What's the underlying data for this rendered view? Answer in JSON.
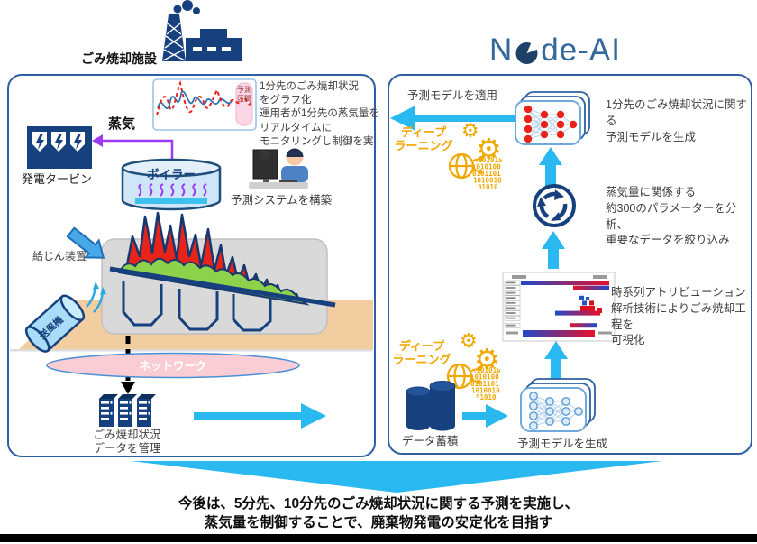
{
  "title": {
    "facility": "ごみ焼却施設",
    "logo_n": "N",
    "logo_rest": "de-AI"
  },
  "left_panel": {
    "graph_caption": "予測\n区間",
    "monitor_note": "1分先のごみ焼却状況\nをグラフ化\n運用者が1分先の蒸気量を\nリアルタイムに\nモニタリングし制御を実施",
    "turbine": "発電タービン",
    "steam": "蒸気",
    "boiler": "ボイラー",
    "operator": "予測システムを構築",
    "feeder": "給じん装置",
    "blower": "送風機",
    "network": "ネットワーク",
    "servers": "ごみ焼却状況\nデータを管理"
  },
  "right_panel": {
    "apply": "予測モデルを適用",
    "deep_learning": "ディープ\nラーニング",
    "model_top": "1分先のごみ焼却状況に関する\n予測モデルを生成",
    "analyze": "蒸気量に関係する\n約300のパラメーターを分析、\n重要なデータを絞り込み",
    "attribution": "時系列アトリビューション\n解析技術によりごみ焼却工程を\n可視化",
    "data_store": "データ蓄積",
    "model_generate": "予測モデルを生成"
  },
  "banner": {
    "line1": "今後は、5分先、10分先のごみ焼却状況に関する予測を実施し、",
    "line2": "蒸気量を制御することで、廃棄物発電の安定化を目指す"
  },
  "icons": {
    "binary_rows": [
      "0101010",
      "1010100",
      "0101101",
      "1010010",
      "01010"
    ]
  },
  "colors": {
    "panel_border": "#2e5fa3",
    "navy_icon": "#17417e",
    "cyan_arrow": "#29b8f0",
    "steam_purple": "#9b3af2",
    "deep_learning_orange": "#f2a500",
    "flame_red": "#e8231a",
    "waste_green": "#8ed14b",
    "floor_tan": "#f2cda0",
    "network_pink": "#f9cdd3",
    "boiler_blue": "#cfe6f8"
  }
}
